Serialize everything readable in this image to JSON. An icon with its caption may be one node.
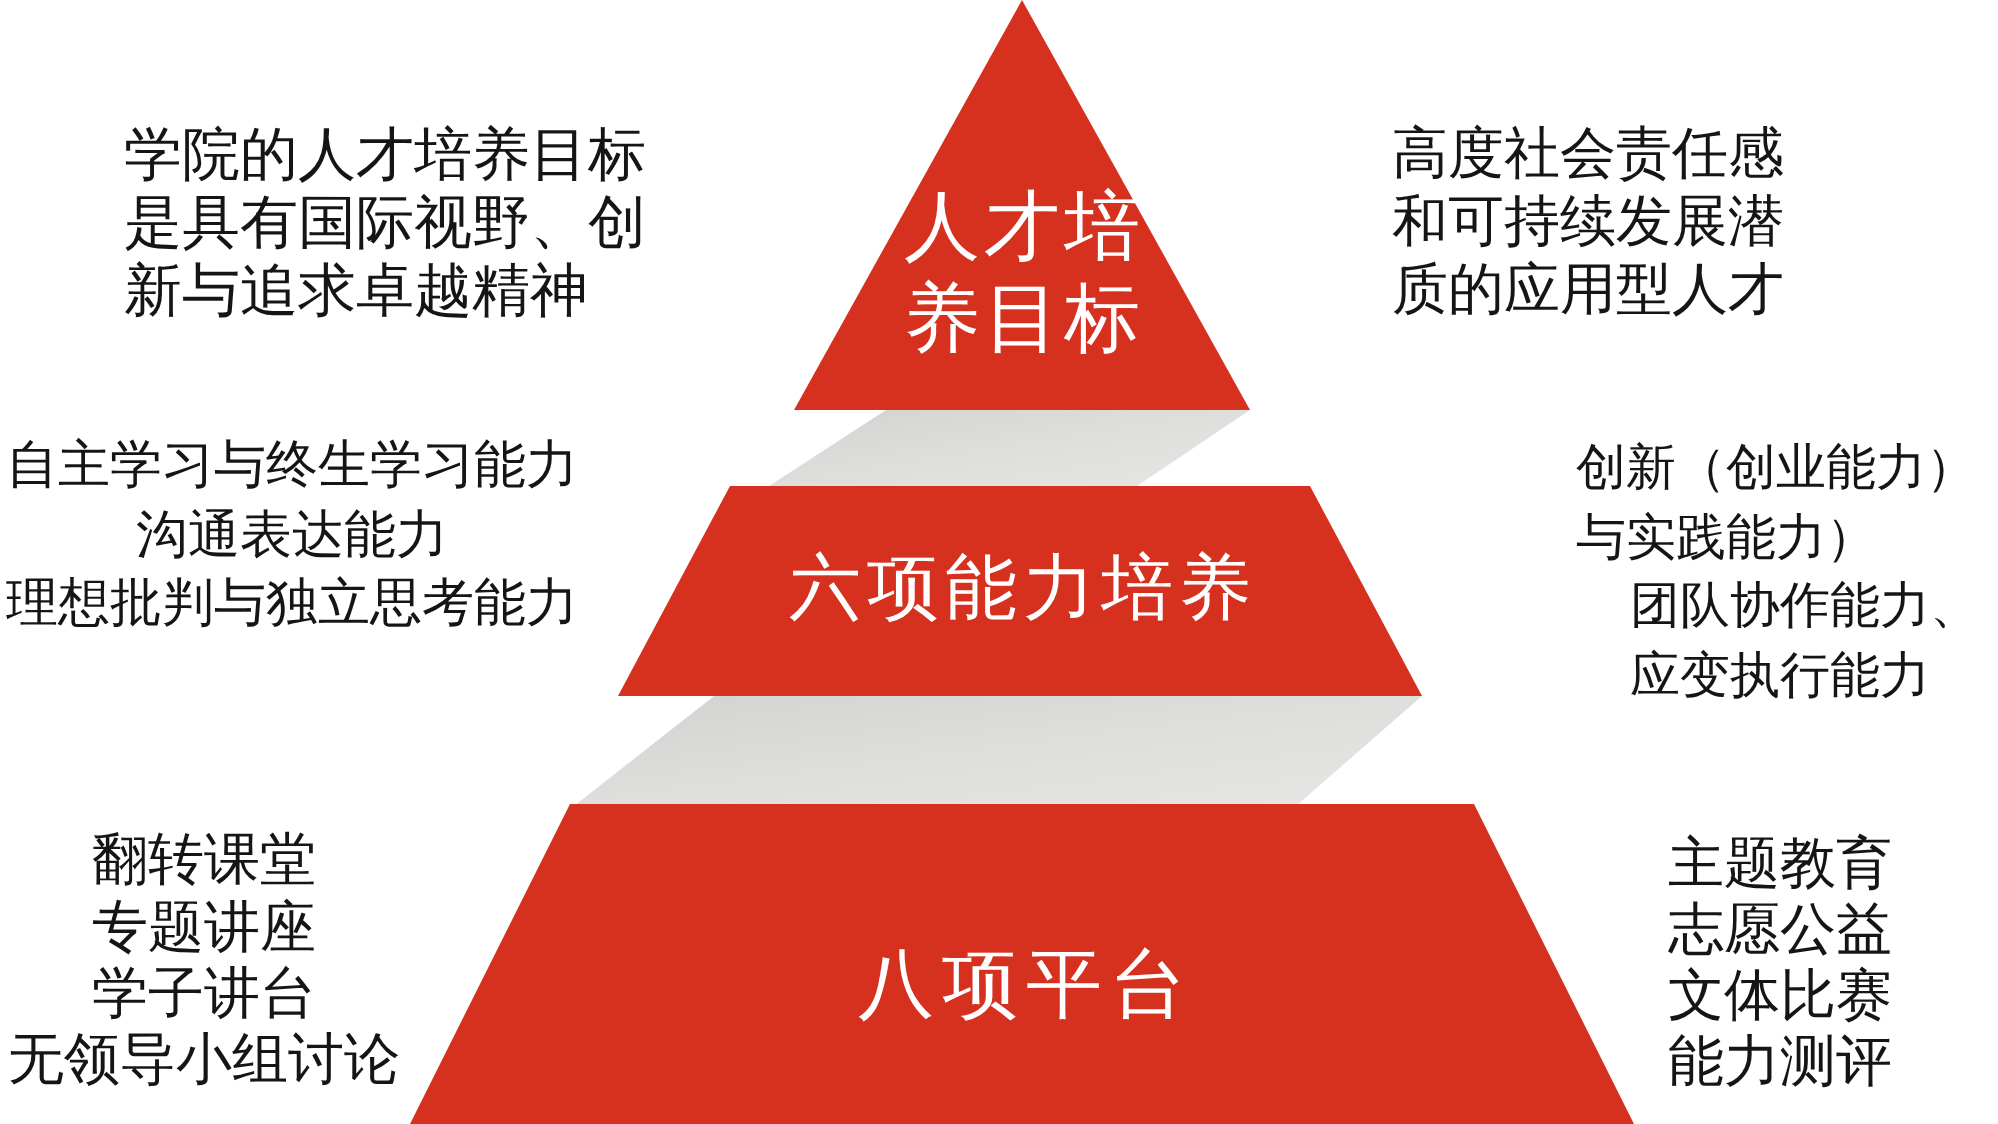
{
  "diagram": {
    "nodes": [
      {
        "text": [
          "人才培养目标"
        ],
        "beside": [
          "学院的人才培养目标是具有国际视野、创新与追求卓越精神",
          "高度社会责任感和可持续发展潜质的应用型人才"
        ]
      },
      {
        "text": [],
        "shape": "band"
      },
      {
        "text": [
          "六项能力培养"
        ],
        "beside": [
          "自主学习与终生学习能力",
          "沟通表达能力",
          "理想批判与独立思考能力",
          "创新（创业能力）与实践能力）",
          "团队协作能力、应变执行能力"
        ]
      },
      {
        "text": [],
        "shape": "band"
      },
      {
        "text": [
          "八项平台"
        ],
        "beside": [
          "翻转课堂",
          "专题讲座",
          "学子讲台",
          "无领导小组讨论",
          "主题教育",
          "志愿公益",
          "文体比赛",
          "能力测评"
        ]
      }
    ]
  }
}
